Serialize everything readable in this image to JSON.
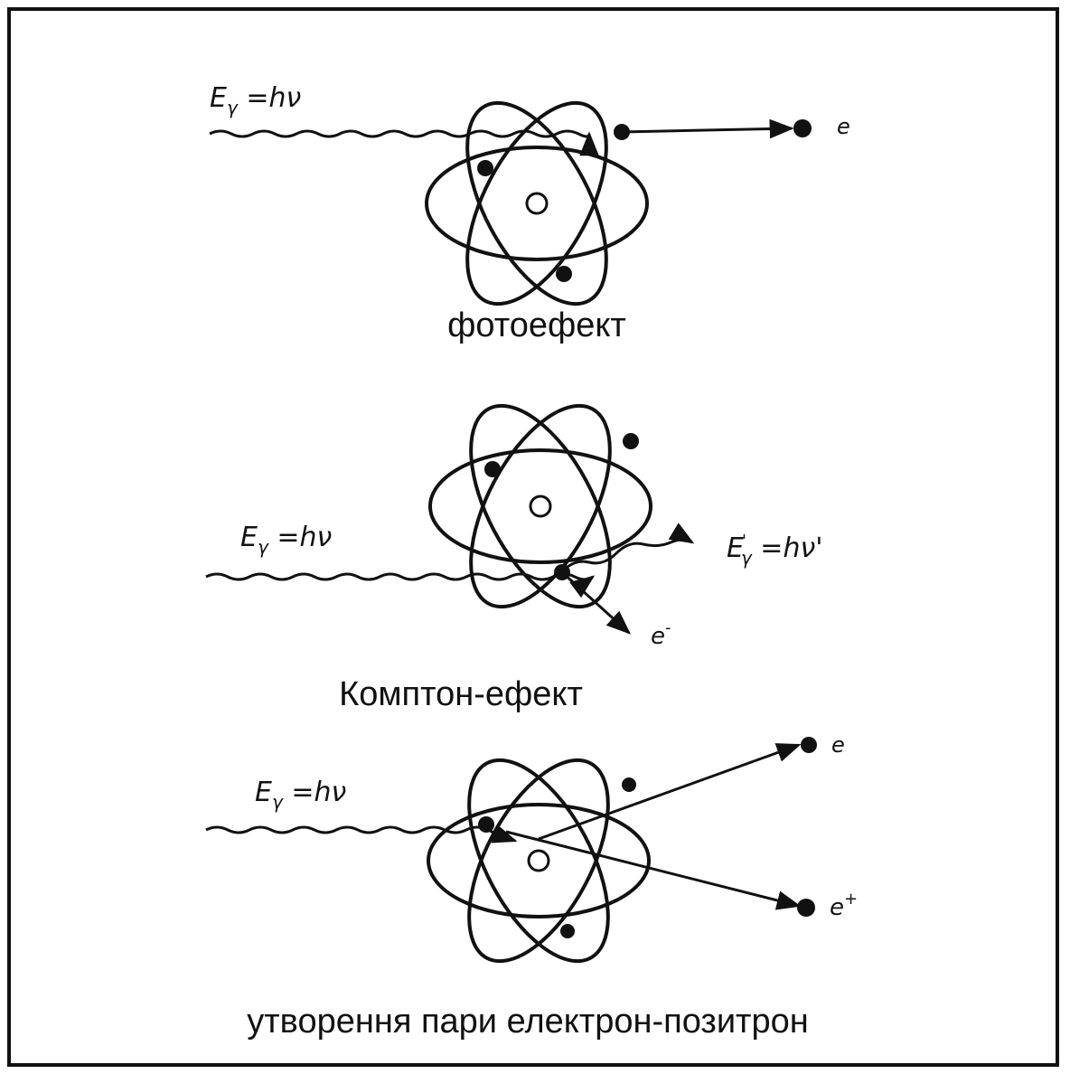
{
  "panels": [
    {
      "id": "photoeffect",
      "caption": "фотоефект",
      "photon_label": "E",
      "photon_sub": "γ",
      "photon_eq": " =hν",
      "electron_label": "e"
    },
    {
      "id": "compton",
      "caption": "Комптон-ефект",
      "photon_label": "E",
      "photon_sub": "γ",
      "photon_eq": " =hν",
      "scattered_label": "E",
      "scattered_sub": "γ",
      "scattered_sup": "'",
      "scattered_eq": " =hν'",
      "electron_label": "e",
      "electron_sup": "-"
    },
    {
      "id": "pair",
      "caption": "утворення пари електрон-позитрон",
      "photon_label": "E",
      "photon_sub": "γ",
      "photon_eq": " =hν",
      "electron_label": "e",
      "positron_label": "e",
      "positron_sup": "+"
    }
  ]
}
